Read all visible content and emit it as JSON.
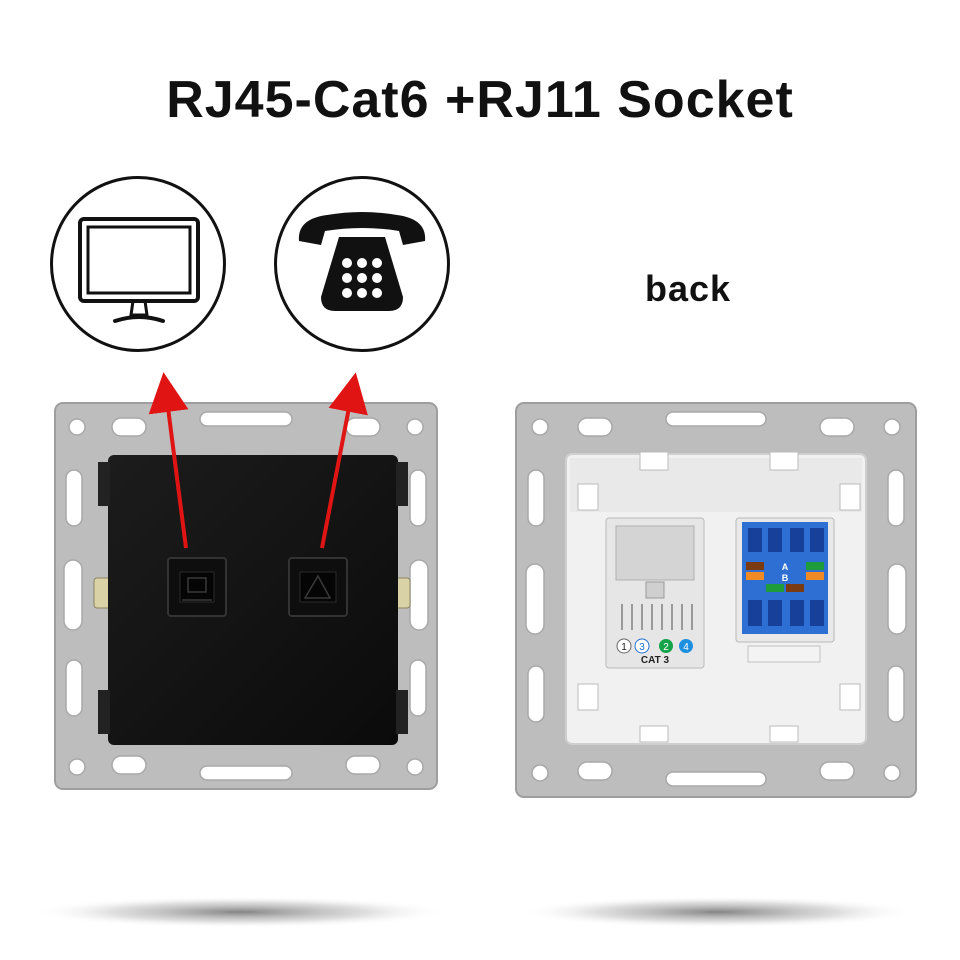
{
  "title": "RJ45-Cat6 +RJ11 Socket",
  "back_label": "back",
  "rear_module": {
    "rj11_label": "CAT 3",
    "pin_labels": [
      "1",
      "3",
      "2",
      "4"
    ],
    "keystone_letters": [
      "A",
      "B"
    ]
  },
  "icons": [
    "monitor-icon",
    "telephone-icon"
  ],
  "colors": {
    "arrow": "#e11414",
    "frame": "#bdbdbd",
    "face_plate": "#121212",
    "keystone_blue": "#2d6fd3"
  }
}
